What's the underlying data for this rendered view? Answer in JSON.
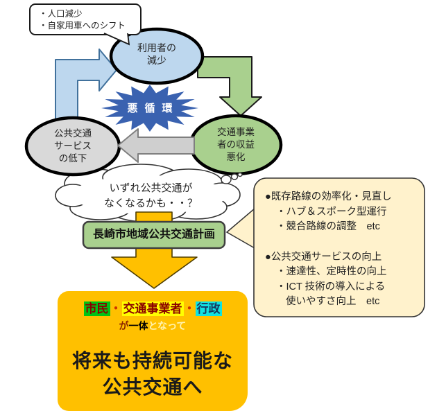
{
  "palette": {
    "light_blue": "#BDD7EE",
    "blue_outline": "#41719C",
    "star_blue": "#3A62B0",
    "green": "#A9D08E",
    "gray": "#D9D9D9",
    "orange": "#FFC000",
    "beige": "#FFF2CC",
    "highlight_green": "#00C316",
    "highlight_yellow": "#FFFF00",
    "highlight_cyan": "#0FE3E3",
    "dark_red_text": "#8B0000",
    "navy_text": "#17375E",
    "pale_yellow_text": "#FFF3B0"
  },
  "callout": {
    "lines": [
      "・人口減少",
      "・自家用車へのシフト"
    ]
  },
  "cycle": {
    "users_ellipse": {
      "lines": [
        "利用者の",
        "減少"
      ]
    },
    "vicious_cycle_label": "悪循環",
    "service_ellipse": {
      "lines": [
        "公共交通",
        "サービス",
        "の低下"
      ]
    },
    "revenue_ellipse": {
      "lines": [
        "交通事業",
        "者の収益",
        "悪化"
      ]
    }
  },
  "cloud": {
    "lines": [
      "いずれ公共交通が",
      "なくなるかも・・？"
    ]
  },
  "plan_box": {
    "label": "長崎市地域公共交通計画"
  },
  "measures_box": {
    "group1": {
      "heading": "●既存路線の効率化・見直し",
      "item1": "・ハブ＆スポーク型運行",
      "item2": "・競合路線の調整　etc"
    },
    "group2": {
      "heading": "●公共交通サービスの向上",
      "item1": "・速達性、定時性の向上",
      "item2": "・ICT 技術の導入による",
      "item3": "使いやすさ向上　etc"
    }
  },
  "goal_box": {
    "actors": [
      {
        "label": "市民"
      },
      {
        "label": "交通事業者"
      },
      {
        "label": "行政"
      }
    ],
    "separator": "・",
    "unity_prefix": "が",
    "unity_highlight": "一体",
    "unity_suffix": "となって",
    "headline_lines": [
      "将来も持続可能な",
      "公共交通へ"
    ]
  }
}
